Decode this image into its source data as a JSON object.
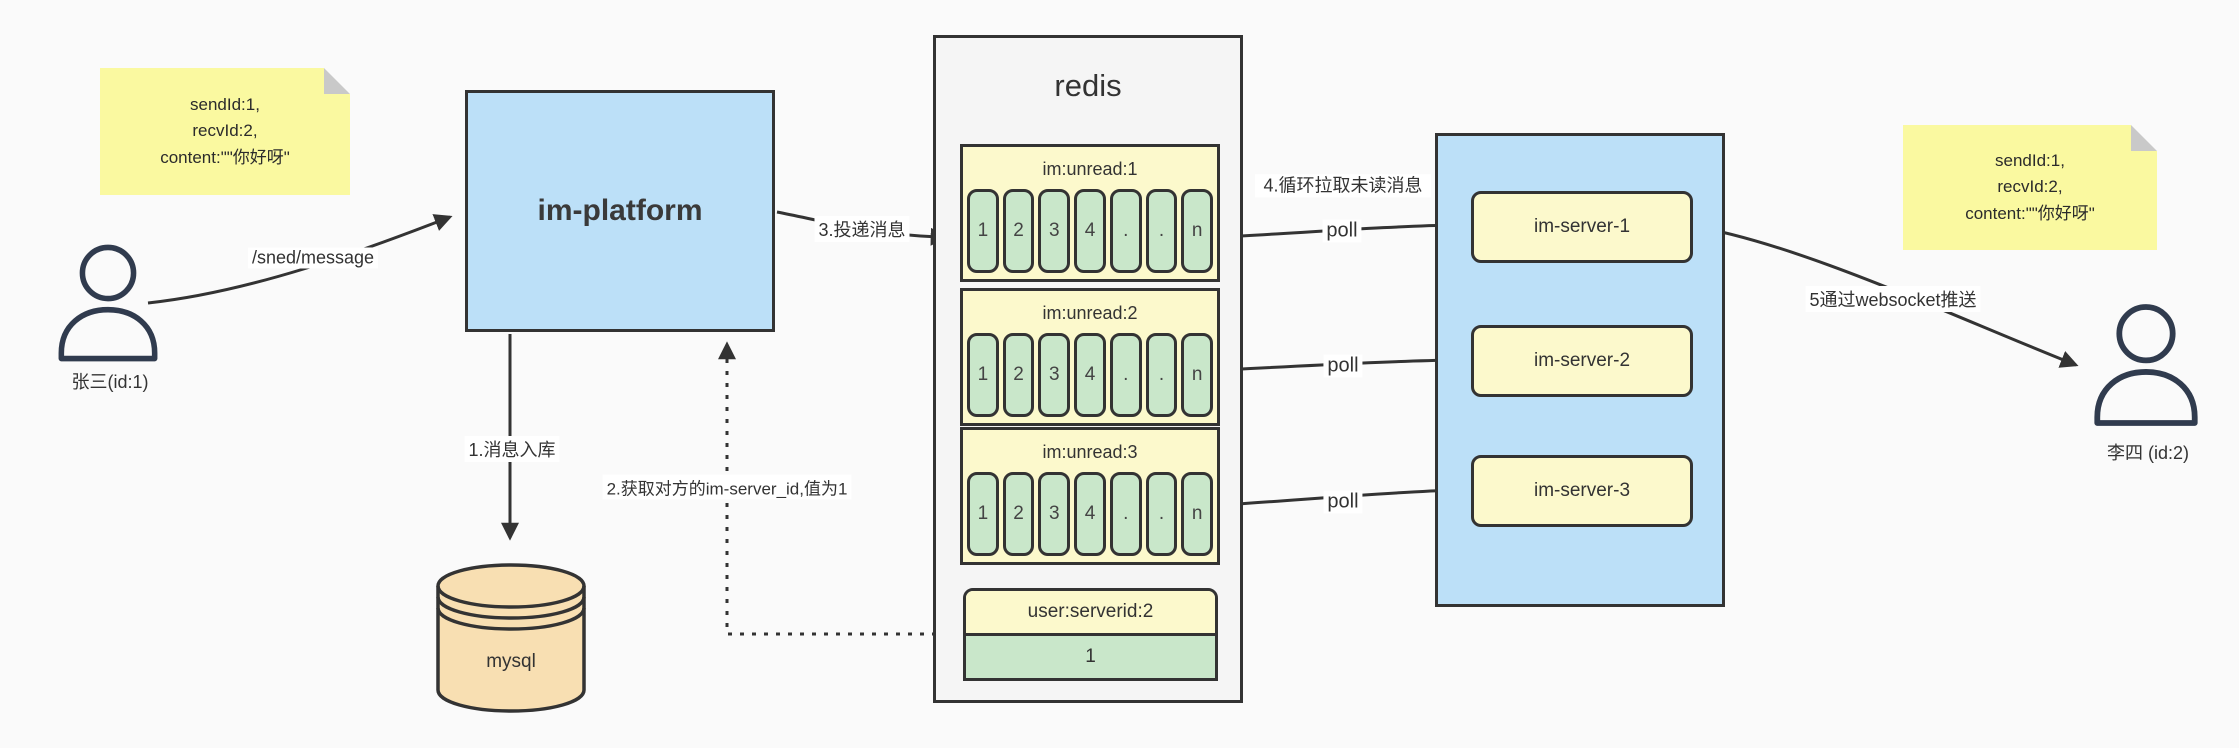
{
  "notes": {
    "left": {
      "line1": "sendId:1,",
      "line2": "recvId:2,",
      "line3": "content:\"\"你好呀\""
    },
    "right": {
      "line1": "sendId:1,",
      "line2": "recvId:2,",
      "line3": "content:\"\"你好呀\""
    }
  },
  "actors": {
    "sender": {
      "label": "张三(id:1)"
    },
    "receiver": {
      "label": "李四 (id:2)"
    }
  },
  "platform": {
    "label": "im-platform"
  },
  "database": {
    "label": "mysql"
  },
  "redis": {
    "title": "redis",
    "queues": [
      {
        "name": "im:unread:1",
        "cells": [
          "1",
          "2",
          "3",
          "4",
          ".",
          ".",
          "n"
        ]
      },
      {
        "name": "im:unread:2",
        "cells": [
          "1",
          "2",
          "3",
          "4",
          ".",
          ".",
          "n"
        ]
      },
      {
        "name": "im:unread:3",
        "cells": [
          "1",
          "2",
          "3",
          "4",
          ".",
          ".",
          "n"
        ]
      }
    ],
    "kv": {
      "key": "user:serverid:2",
      "value": "1"
    }
  },
  "servers": [
    {
      "label": "im-server-1"
    },
    {
      "label": "im-server-2"
    },
    {
      "label": "im-server-3"
    }
  ],
  "edges": {
    "send": "/sned/message",
    "store": "1.消息入库",
    "lookup": "2.获取对方的im-server_id,值为1",
    "deliver": "3.投递消息",
    "pull": "4.循环拉取未读消息",
    "poll1": "poll",
    "poll2": "poll",
    "poll3": "poll",
    "push": "5通过websocket推送"
  },
  "colors": {
    "platform_blue": "#bce0f8",
    "note_yellow": "#faf9a0",
    "box_yellow": "#fcf9cc",
    "cell_green": "#c9e7ca",
    "mysql_tan": "#f8dfb2",
    "container_gray": "#f5f5f5",
    "line_dark": "#333333"
  }
}
